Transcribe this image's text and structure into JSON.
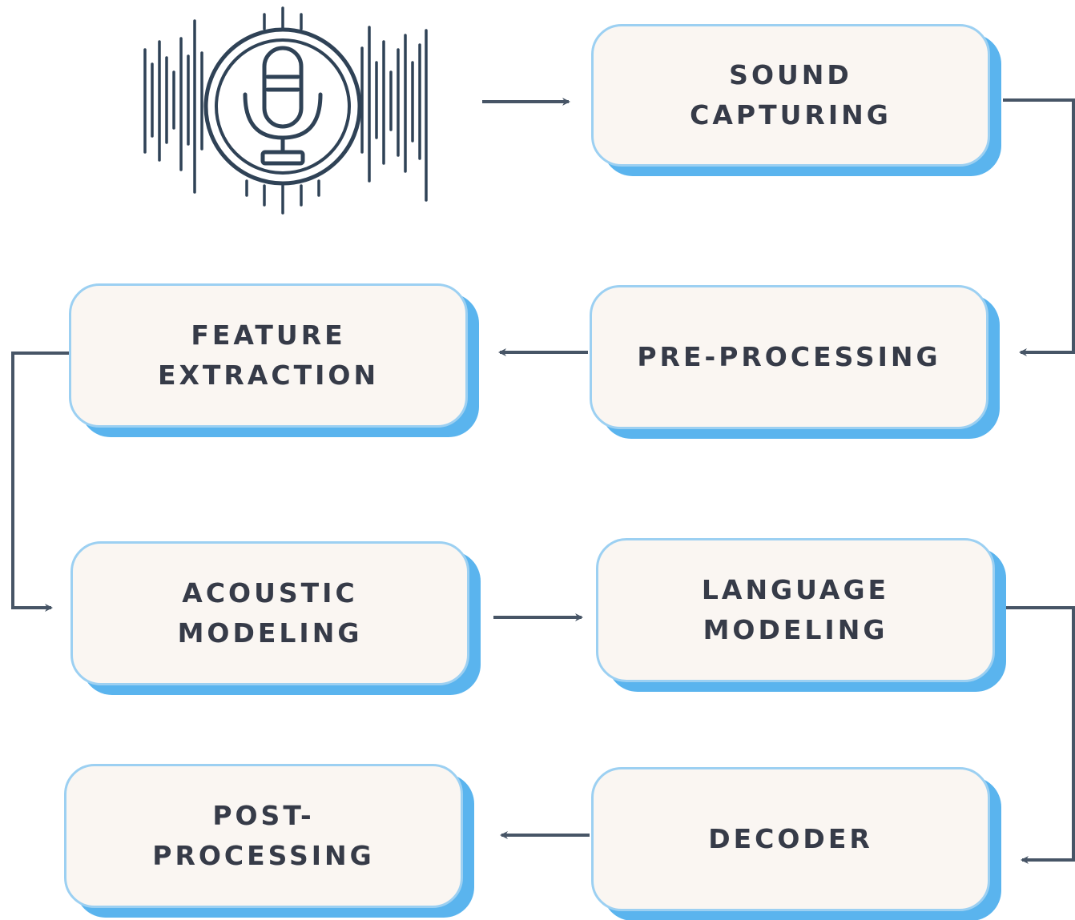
{
  "diagram": {
    "boxes": {
      "sound_capturing": [
        "SOUND",
        "CAPTURING"
      ],
      "pre_processing": [
        "PRE-PROCESSING"
      ],
      "feature_extraction": [
        "FEATURE",
        "EXTRACTION"
      ],
      "acoustic_modeling": [
        "ACOUSTIC",
        "MODELING"
      ],
      "language_modeling": [
        "LANGUAGE",
        "MODELING"
      ],
      "decoder": [
        "DECODER"
      ],
      "post_processing": [
        "POST-",
        "PROCESSING"
      ]
    },
    "colors": {
      "box_fill": "#faf6f2",
      "box_border": "#9cd0f2",
      "box_shadow": "#5ab4ee",
      "text": "#363b48",
      "arrow": "#475566",
      "icon": "#2f4256"
    },
    "icon": "microphone-soundwave-icon"
  }
}
